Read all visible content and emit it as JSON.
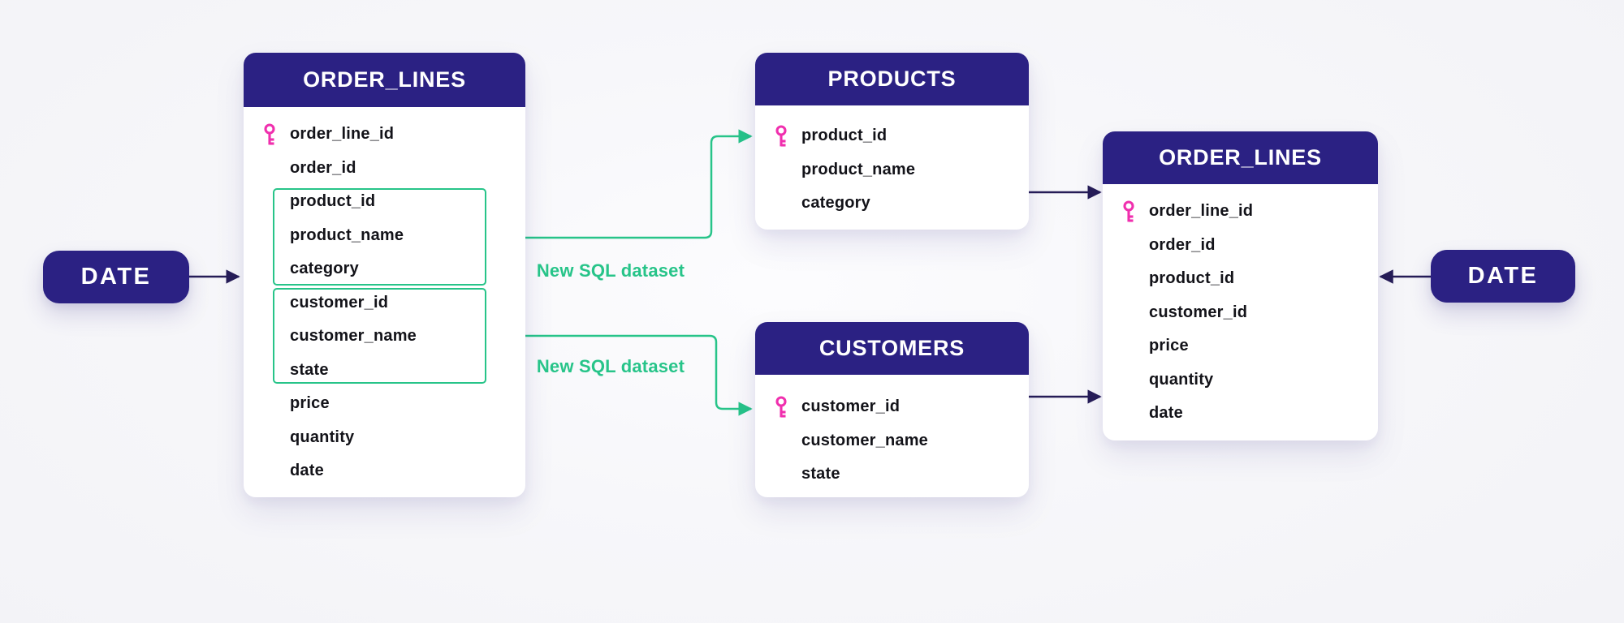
{
  "colors": {
    "node_bg": "#2b2183",
    "arrow_dark": "#261d57",
    "green": "#27c489",
    "key_pink": "#f02fae",
    "field_text": "#131319",
    "canvas_bg": "#f3f3f7"
  },
  "nodes": {
    "date_left": {
      "label": "DATE"
    },
    "order_lines_left": {
      "title": "ORDER_LINES",
      "fields": [
        {
          "name": "order_line_id",
          "primary_key": true
        },
        {
          "name": "order_id",
          "primary_key": false
        },
        {
          "name": "product_id",
          "primary_key": false
        },
        {
          "name": "product_name",
          "primary_key": false
        },
        {
          "name": "category",
          "primary_key": false
        },
        {
          "name": "customer_id",
          "primary_key": false
        },
        {
          "name": "customer_name",
          "primary_key": false
        },
        {
          "name": "state",
          "primary_key": false
        },
        {
          "name": "price",
          "primary_key": false
        },
        {
          "name": "quantity",
          "primary_key": false
        },
        {
          "name": "date",
          "primary_key": false
        }
      ]
    },
    "products": {
      "title": "PRODUCTS",
      "fields": [
        {
          "name": "product_id",
          "primary_key": true
        },
        {
          "name": "product_name",
          "primary_key": false
        },
        {
          "name": "category",
          "primary_key": false
        }
      ]
    },
    "customers": {
      "title": "CUSTOMERS",
      "fields": [
        {
          "name": "customer_id",
          "primary_key": true
        },
        {
          "name": "customer_name",
          "primary_key": false
        },
        {
          "name": "state",
          "primary_key": false
        }
      ]
    },
    "order_lines_right": {
      "title": "ORDER_LINES",
      "fields": [
        {
          "name": "order_line_id",
          "primary_key": true
        },
        {
          "name": "order_id",
          "primary_key": false
        },
        {
          "name": "product_id",
          "primary_key": false
        },
        {
          "name": "customer_id",
          "primary_key": false
        },
        {
          "name": "price",
          "primary_key": false
        },
        {
          "name": "quantity",
          "primary_key": false
        },
        {
          "name": "date",
          "primary_key": false
        }
      ]
    },
    "date_right": {
      "label": "DATE"
    }
  },
  "connector_labels": {
    "to_products": "New SQL dataset",
    "to_customers": "New SQL dataset"
  }
}
